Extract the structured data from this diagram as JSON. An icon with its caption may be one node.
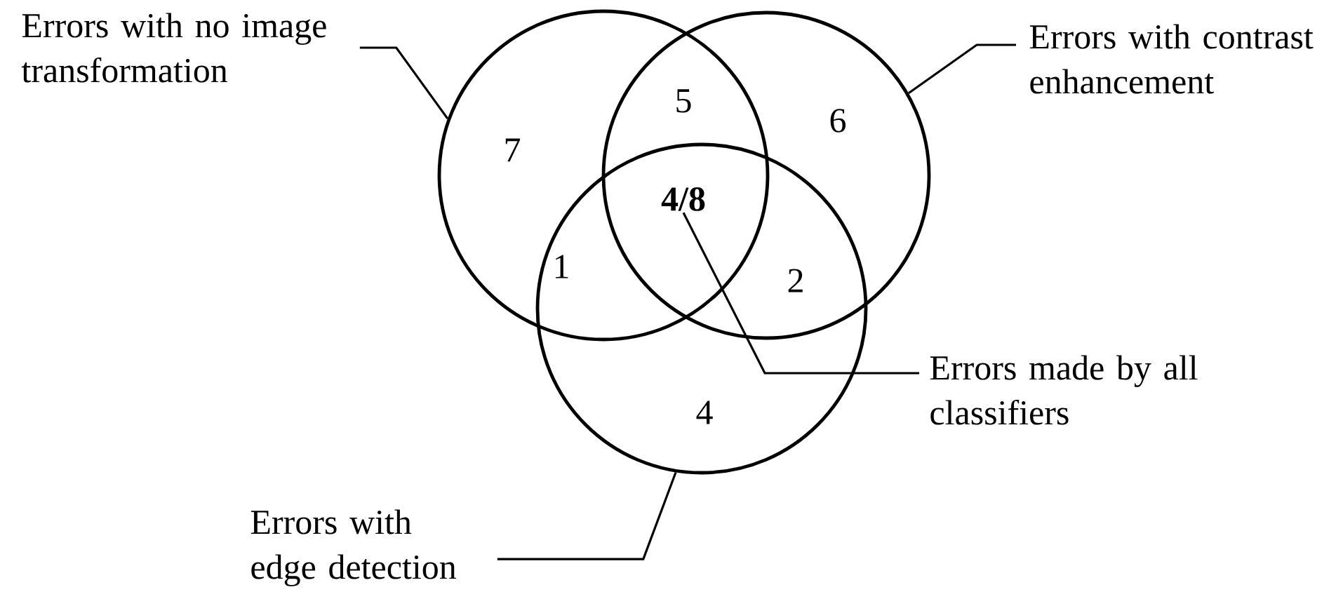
{
  "diagram": {
    "nodes": [
      {
        "text": [],
        "shape": "circle"
      },
      {
        "text": [],
        "shape": "circle"
      },
      {
        "text": [],
        "shape": "circle"
      },
      {
        "text": [
          "Errors with no image transformation"
        ]
      },
      {
        "text": [
          "Errors with contrast enhancement"
        ]
      },
      {
        "text": [
          "4/8"
        ]
      },
      {
        "text": [
          "Errors made by all classifiers"
        ]
      },
      {
        "text": [
          "Errors with edge detection"
        ]
      }
    ],
    "edges": [
      {
        "from": 3,
        "to": 0,
        "arrow": "none"
      },
      {
        "from": 4,
        "to": 1,
        "arrow": "none"
      },
      {
        "from": 6,
        "to": 5,
        "arrow": "none"
      },
      {
        "from": 7,
        "to": 2,
        "arrow": "none"
      }
    ],
    "labels": [
      "7",
      "5",
      "6",
      "1",
      "2",
      "4"
    ]
  }
}
